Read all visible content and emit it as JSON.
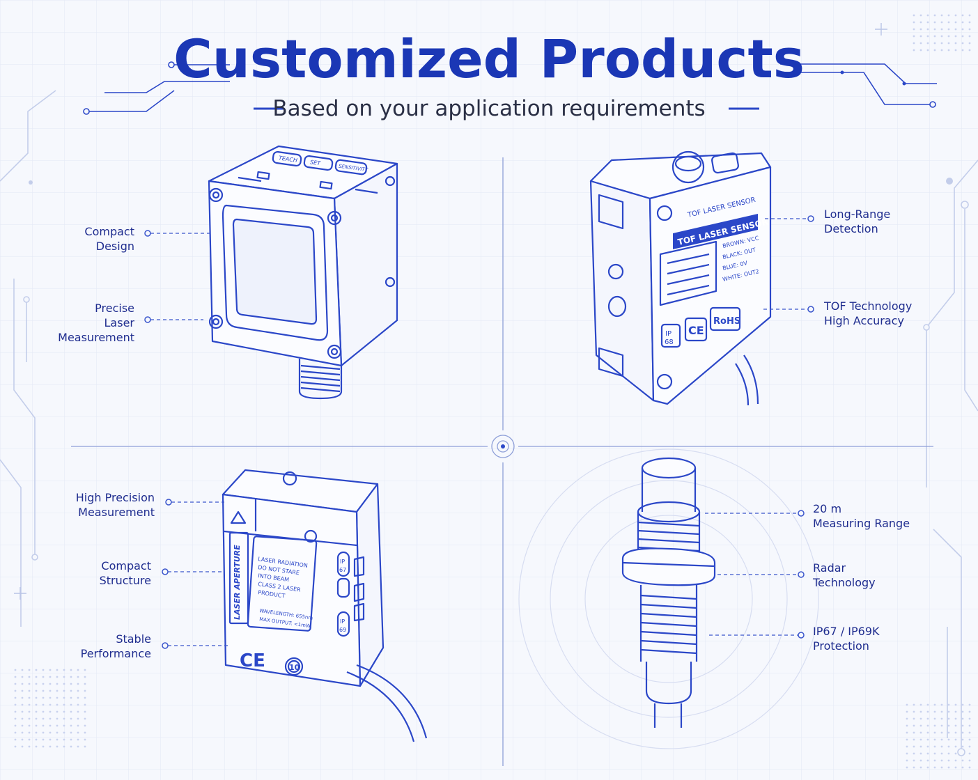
{
  "header": {
    "title": "Customized Products",
    "subtitle": "Based on your application requirements"
  },
  "colors": {
    "accent": "#1b37b5",
    "line": "#2b47c8",
    "light": "#9fb0e6",
    "background": "#f6f8fd",
    "text": "#1f2d8f"
  },
  "products": {
    "p1": {
      "buttons": [
        "TEACH",
        "SET",
        "SENSITIVITY"
      ],
      "labels": [
        {
          "line1": "Compact",
          "line2": "Design"
        },
        {
          "line1": "Precise",
          "line2": "Laser",
          "line3": "Measurement"
        }
      ]
    },
    "p2": {
      "sensor_title_outline": "TOF LASER SENSOR",
      "sensor_title_banner": "TOF LASER SENSOR",
      "wiring": [
        "BROWN: VCC",
        "BLACK: OUT",
        "BLUE: 0V",
        "WHITE: OUT2"
      ],
      "badges": [
        "IP",
        "68",
        "CE",
        "RoHS"
      ],
      "labels": [
        {
          "line1": "Long-Range",
          "line2": "Detection"
        },
        {
          "line1": "TOF Technology",
          "line2": "High Accuracy"
        }
      ]
    },
    "p3": {
      "aperture": "LASER APERTURE",
      "warning": [
        "LASER RADIATION",
        "DO NOT STARE",
        "INTO BEAM",
        "CLASS 2 LASER",
        "PRODUCT"
      ],
      "specs": [
        "WAVELENGTH: 655nm",
        "MAX OUTPUT: <1mW"
      ],
      "side_codes": [
        "IP",
        "67",
        "IP",
        "69"
      ],
      "ce": "CE",
      "seal": "10",
      "labels": [
        {
          "line1": "High Precision",
          "line2": "Measurement"
        },
        {
          "line1": "Compact",
          "line2": "Structure"
        },
        {
          "line1": "Stable",
          "line2": "Performance"
        }
      ]
    },
    "p4": {
      "labels": [
        {
          "line1": "20 m",
          "line2": "Measuring Range"
        },
        {
          "line1": "Radar",
          "line2": "Technology"
        },
        {
          "line1": "IP67 / IP69K",
          "line2": "Protection"
        }
      ]
    }
  }
}
